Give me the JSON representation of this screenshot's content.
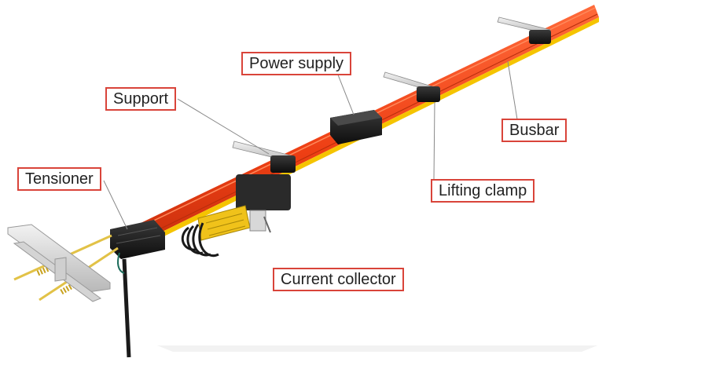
{
  "labels": {
    "power_supply": "Power supply",
    "support": "Support",
    "tensioner": "Tensioner",
    "busbar": "Busbar",
    "lifting_clamp": "Lifting clamp",
    "current_collector": "Current collector"
  },
  "colors": {
    "callout_border": "#d9443a",
    "busbar": "#f0441b",
    "busbar_stripe": "#f5c400",
    "leader_line": "#888888"
  }
}
